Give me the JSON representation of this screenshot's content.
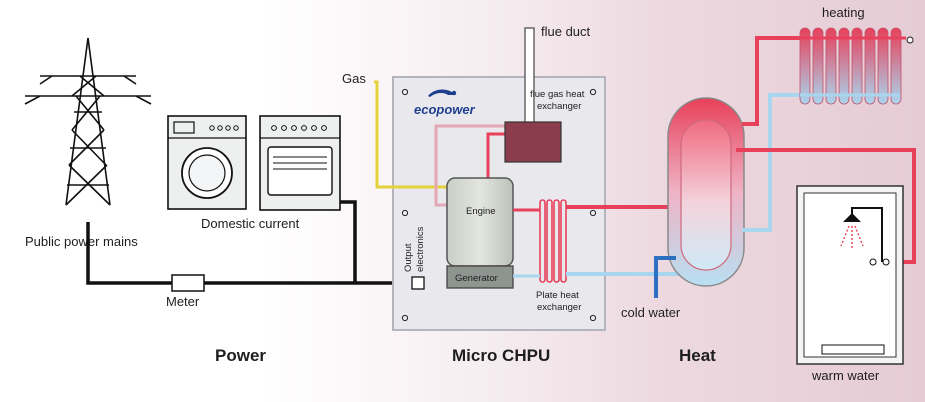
{
  "labels": {
    "public_power_mains": "Public power mains",
    "domestic_current": "Domestic current",
    "meter": "Meter",
    "gas": "Gas",
    "flue_duct": "flue duct",
    "flue_gas_heat_exchanger_line1": "flue gas heat",
    "flue_gas_heat_exchanger_line2": "exchanger",
    "ecopower": "ecopower",
    "engine": "Engine",
    "generator": "Generator",
    "output_electronics_line1": "Output",
    "output_electronics_line2": "electronics",
    "plate_heat_exchanger_line1": "Plate heat",
    "plate_heat_exchanger_line2": "exchanger",
    "cold_water": "cold water",
    "heating": "heating",
    "warm_water": "warm water"
  },
  "sections": {
    "power": "Power",
    "micro_chpu": "Micro CHPU",
    "heat": "Heat"
  },
  "colors": {
    "hot_line": "#e8405a",
    "cold_line": "#a9d6ef",
    "gas_line": "#e3d23a",
    "power_line": "#111111",
    "cold_water_line": "#2d6fc1",
    "unit_panel": "#e9e9ed"
  },
  "icons": [
    "pylon-icon",
    "washing-machine-icon",
    "stove-icon",
    "radiator-icon",
    "shower-icon",
    "ecopower-logo-icon"
  ]
}
